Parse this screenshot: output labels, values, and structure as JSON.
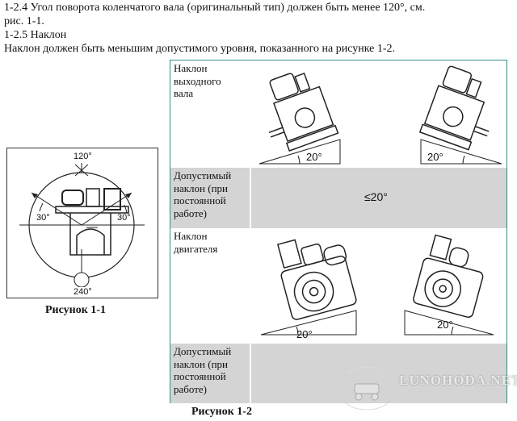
{
  "text": {
    "p1": "1-2.4 Угол поворота коленчатого вала (оригинальный тип) должен быть менее 120°, см.",
    "p2": "рис. 1-1.",
    "p3": "1-2.5 Наклон",
    "p4": "Наклон должен быть меньшим допустимого уровня, показанного на рисунке 1-2."
  },
  "figure1": {
    "caption": "Рисунок 1-1",
    "angle_top": "120°",
    "angle_left": "30°",
    "angle_right": "30°",
    "angle_bottom": "240°"
  },
  "figure2": {
    "caption": "Рисунок 1-2",
    "rows": [
      {
        "label": [
          "Наклон",
          "выходного",
          "вала"
        ],
        "angle_left": "20°",
        "angle_right": "20°"
      },
      {
        "label": [
          "Допустимый",
          "наклон (при",
          "постоянной",
          "работе)"
        ],
        "value": "≤20°"
      },
      {
        "label": [
          "Наклон",
          "двигателя"
        ],
        "angle_left": "20°",
        "angle_right": "20°"
      },
      {
        "label": [
          "Допустимый",
          "наклон (при",
          "постоянной",
          "работе)"
        ]
      }
    ]
  },
  "watermark": {
    "text": "LUNOHODA.NET"
  }
}
